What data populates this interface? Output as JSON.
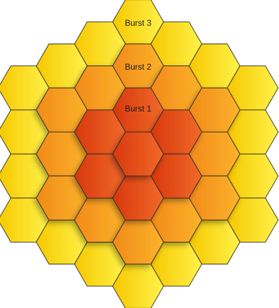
{
  "labels": {
    "burst_3": "Burst 3",
    "burst_2": "Burst 2",
    "burst_1": "Burst 1"
  },
  "rings": [
    {
      "name": "burst-1",
      "ring": 1
    },
    {
      "name": "burst-2",
      "ring": 2
    },
    {
      "name": "burst-3",
      "ring": 3
    }
  ],
  "colors": {
    "ring_0": [
      "#d8380c",
      "#f06a2a"
    ],
    "ring_1": [
      "#d8380c",
      "#f06a2a"
    ],
    "ring_2": [
      "#f28a1a",
      "#fbb32a"
    ],
    "ring_3": [
      "#f6c800",
      "#fff24a"
    ],
    "stroke": "#2a2a2a",
    "shadow": "#000000"
  }
}
